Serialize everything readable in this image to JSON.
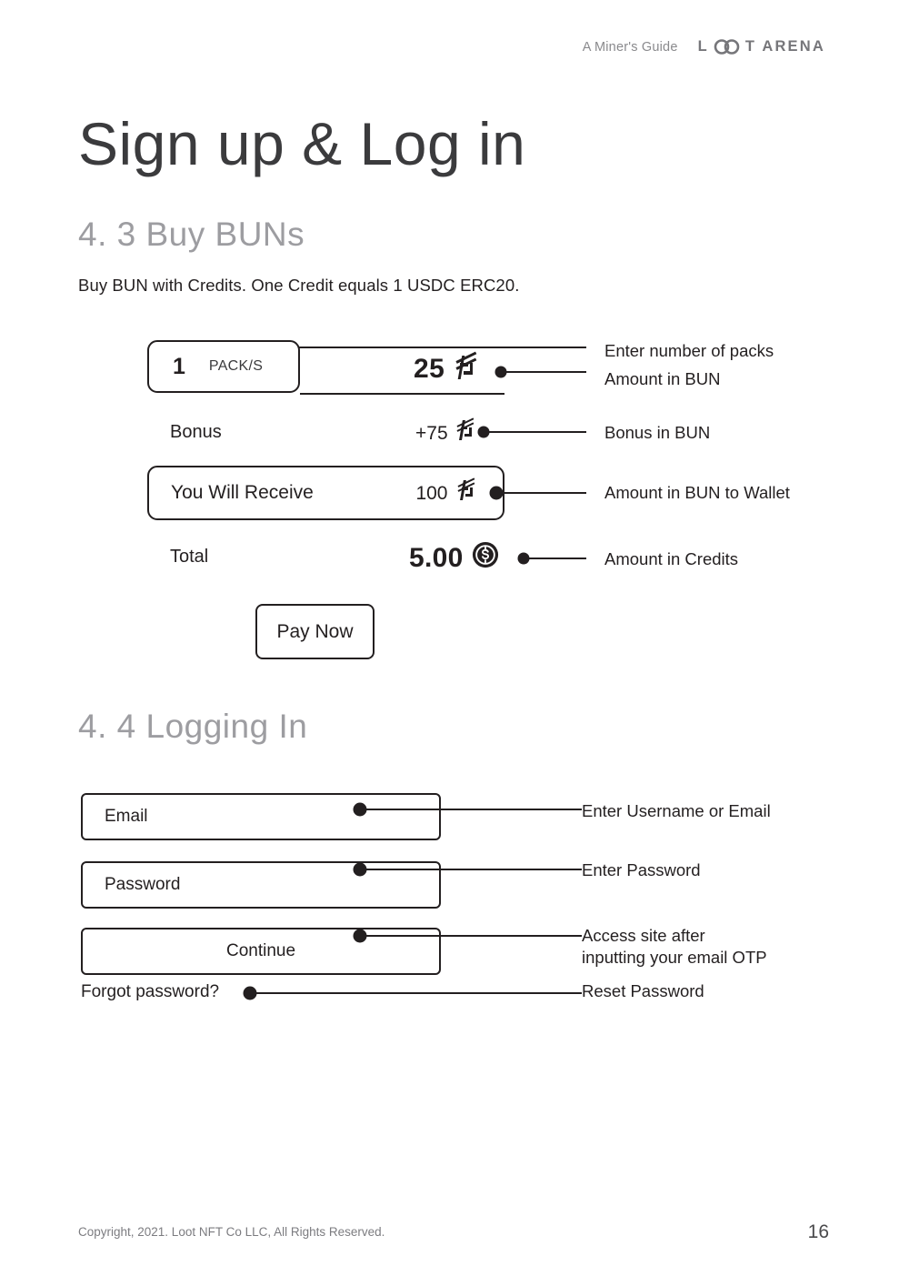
{
  "header": {
    "tagline": "A Miner's Guide",
    "brand_lead": "L",
    "brand_mark": "oo-interlock-icon",
    "brand_tail": "T ARENA"
  },
  "page_title": "Sign up & Log in",
  "sections": [
    {
      "number_title": "4. 3 Buy BUNs",
      "subtitle": "Buy BUN with Credits. One Credit equals 1 USDC ERC20."
    },
    {
      "number_title": "4. 4 Logging In"
    }
  ],
  "purchase_widget": {
    "pack_quantity": "1",
    "pack_unit": "PACK/S",
    "amount_bun": "25",
    "bonus_label": "Bonus",
    "bonus_value": "+75",
    "receive_label": "You Will Receive",
    "receive_value": "100",
    "total_label": "Total",
    "total_value": "5.00",
    "currency_symbol_bun": "BUN",
    "currency_symbol_credit": "USDC",
    "pay_button": "Pay Now"
  },
  "login_form": {
    "email_placeholder": "Email",
    "password_placeholder": "Password",
    "continue_label": "Continue",
    "forgot_label": "Forgot password?"
  },
  "annotations": {
    "packs": "Enter number of packs",
    "amount_bun": "Amount in BUN",
    "bonus_bun": "Bonus in BUN",
    "bun_to_wallet": "Amount in BUN to Wallet",
    "credits": "Amount in Credits",
    "username": "Enter Username or Email",
    "password": "Enter Password",
    "continue": "Access site after\ninputting your email OTP",
    "reset": "Reset Password"
  },
  "footer": {
    "copyright": "Copyright, 2021. Loot NFT Co LLC, All Rights Reserved.",
    "page_number": "16"
  },
  "colors": {
    "ink": "#231f20",
    "muted": "#9d9da1",
    "header_gray": "#76767a"
  }
}
